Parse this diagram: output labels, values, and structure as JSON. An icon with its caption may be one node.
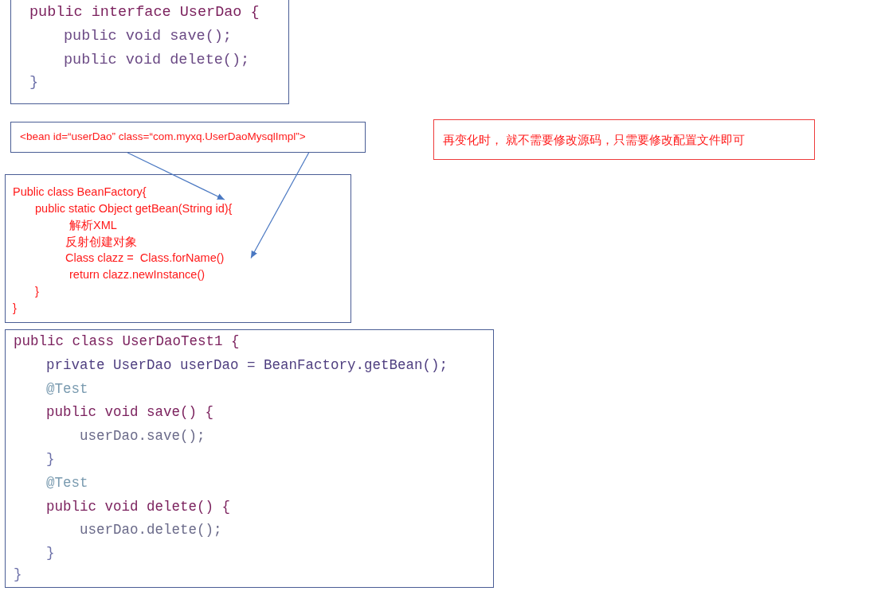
{
  "diagram": {
    "nodes": [
      {
        "text": [
          "public interface UserDao {",
          "public void save();",
          "public void delete();",
          "}"
        ]
      },
      {
        "text": [
          "<bean id=“userDao” class=“com.myxq.UserDaoMysqlImpl”>"
        ]
      },
      {
        "text": [
          "再变化时， 就不需要修改源码，只需要修改配置文件即可"
        ]
      },
      {
        "text": [
          "Public class BeanFactory{",
          "解析XML",
          "反射创建对象",
          "return clazz.newInstance()",
          "}",
          "}"
        ]
      },
      {
        "text": [
          "public static Object getBean(String id){"
        ],
        "in": 3
      },
      {
        "text": [
          "Class clazz =  Class.forName()"
        ],
        "in": 3
      },
      {
        "text": [
          "public class UserDaoTest1 {",
          "private UserDao userDao = BeanFactory.getBean();",
          "@Test",
          "public void save() {",
          "userDao.save();",
          "}",
          "@Test",
          "public void delete() {",
          "userDao.delete();",
          "}",
          "}"
        ]
      }
    ],
    "edges": [
      {
        "from": 1,
        "to": 4,
        "arrow": "to"
      },
      {
        "from": 1,
        "to": 5,
        "arrow": "to"
      }
    ]
  }
}
